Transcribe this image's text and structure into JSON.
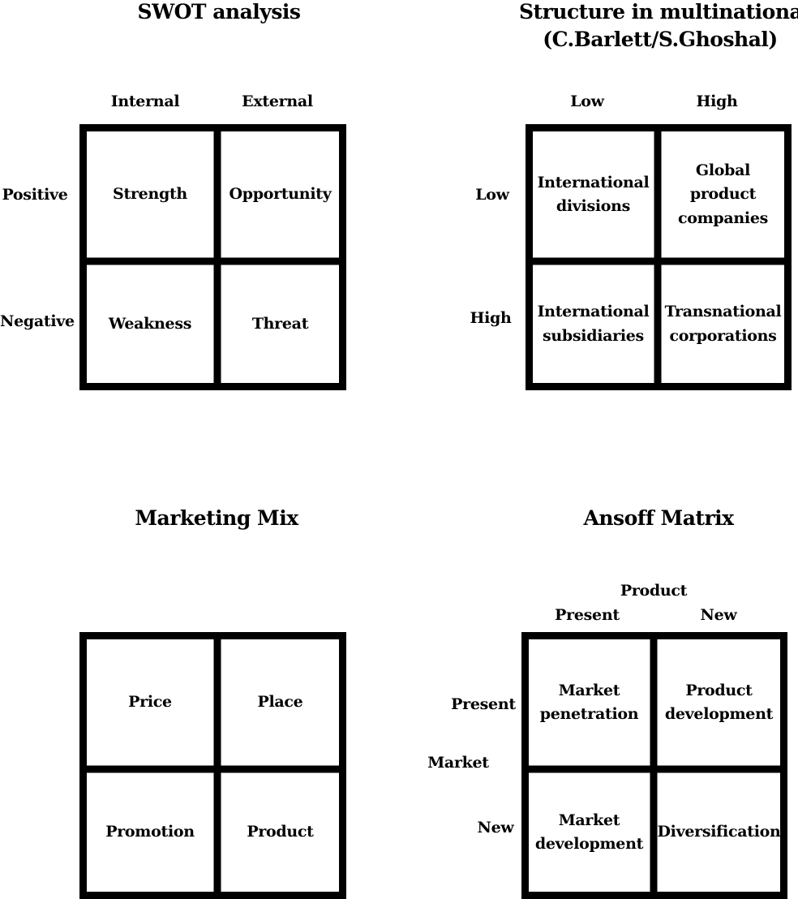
{
  "swot": {
    "title": "SWOT analysis",
    "col_labels": [
      "Internal",
      "External"
    ],
    "row_labels": [
      "Positive",
      "Negative"
    ],
    "cells": [
      "Strength",
      "Opportunity",
      "Weakness",
      "Threat"
    ]
  },
  "structure": {
    "title_line1": "Structure in multinationals",
    "title_line2": "(C.Barlett/S.Ghoshal)",
    "col_labels": [
      "Low",
      "High"
    ],
    "row_labels": [
      "Low",
      "High"
    ],
    "cells": [
      "International\ndivisions",
      "Global product\ncompanies",
      "International\nsubsidiaries",
      "Transnational\ncorporations"
    ]
  },
  "marketing_mix": {
    "title": "Marketing Mix",
    "cells": [
      "Price",
      "Place",
      "Promotion",
      "Product"
    ]
  },
  "ansoff": {
    "title": "Ansoff Matrix",
    "col_axis_label": "Product",
    "col_labels": [
      "Present",
      "New"
    ],
    "row_axis_label": "Market",
    "row_labels": [
      "Present",
      "New"
    ],
    "cells": [
      "Market\npenetration",
      "Product\ndevelopment",
      "Market\ndevelopment",
      "Diversification"
    ]
  }
}
